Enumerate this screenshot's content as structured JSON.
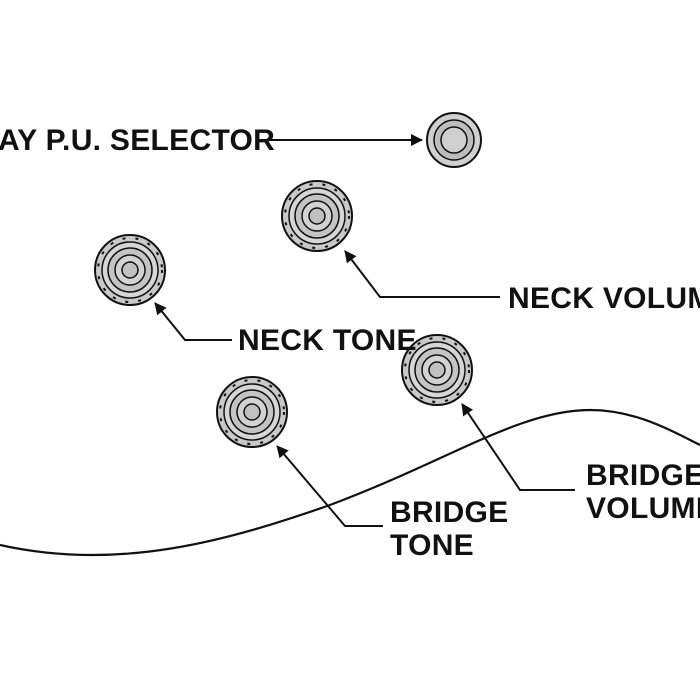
{
  "labels": {
    "selector": "AY P.U. SELECTOR",
    "neck_volume": "NECK VOLUME",
    "neck_tone": "NECK TONE",
    "bridge_tone_line1": "BRIDGE",
    "bridge_tone_line2": "TONE",
    "bridge_volume_line1": "BRIDGE",
    "bridge_volume_line2": "VOLUME"
  }
}
